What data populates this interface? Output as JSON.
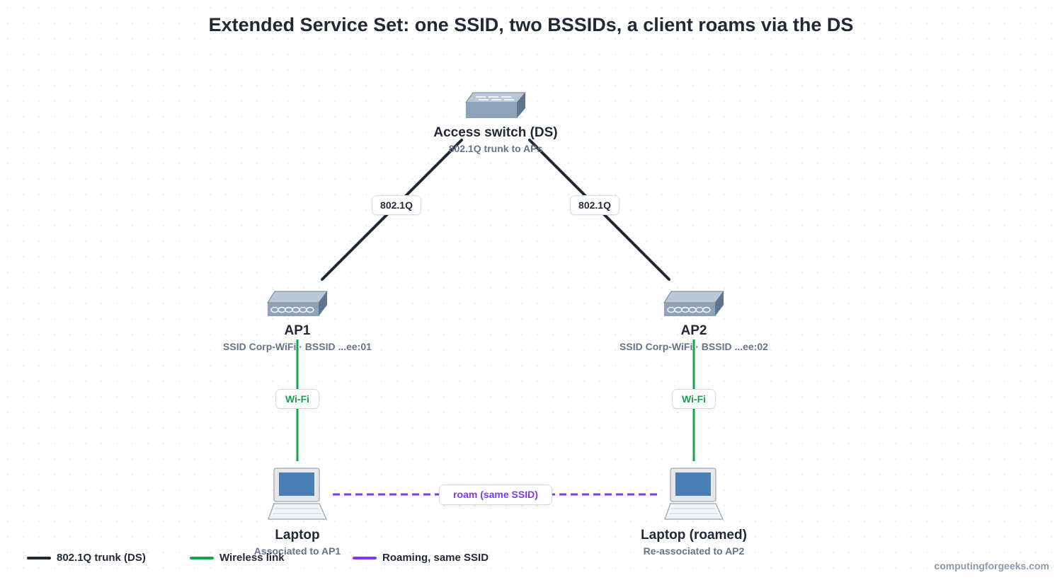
{
  "title": "Extended Service Set: one SSID, two BSSIDs, a client roams via the DS",
  "colors": {
    "trunk": "#1f2937",
    "wireless": "#16a34a",
    "roam": "#7c3aed",
    "device_body": "#8ea2ba"
  },
  "nodes": {
    "switch": {
      "name": "Access switch (DS)",
      "sub": "802.1Q trunk to APs",
      "icon": "switch-icon"
    },
    "ap1": {
      "name": "AP1",
      "sub": "SSID Corp-WiFi · BSSID ...ee:01",
      "icon": "access-point-icon"
    },
    "ap2": {
      "name": "AP2",
      "sub": "SSID Corp-WiFi · BSSID ...ee:02",
      "icon": "access-point-icon"
    },
    "laptop1": {
      "name": "Laptop",
      "sub": "Associated to AP1",
      "icon": "laptop-icon"
    },
    "laptop2": {
      "name": "Laptop (roamed)",
      "sub": "Re-associated to AP2",
      "icon": "laptop-icon"
    }
  },
  "links": {
    "trunk_left": "802.1Q",
    "trunk_right": "802.1Q",
    "wifi_left": "Wi-Fi",
    "wifi_right": "Wi-Fi",
    "roam": "roam (same SSID)"
  },
  "legend": [
    {
      "label": "802.1Q trunk (DS)",
      "color": "#1f2937"
    },
    {
      "label": "Wireless link",
      "color": "#16a34a"
    },
    {
      "label": "Roaming, same SSID",
      "color": "#7c3aed"
    }
  ],
  "watermark": "computingforgeeks.com"
}
